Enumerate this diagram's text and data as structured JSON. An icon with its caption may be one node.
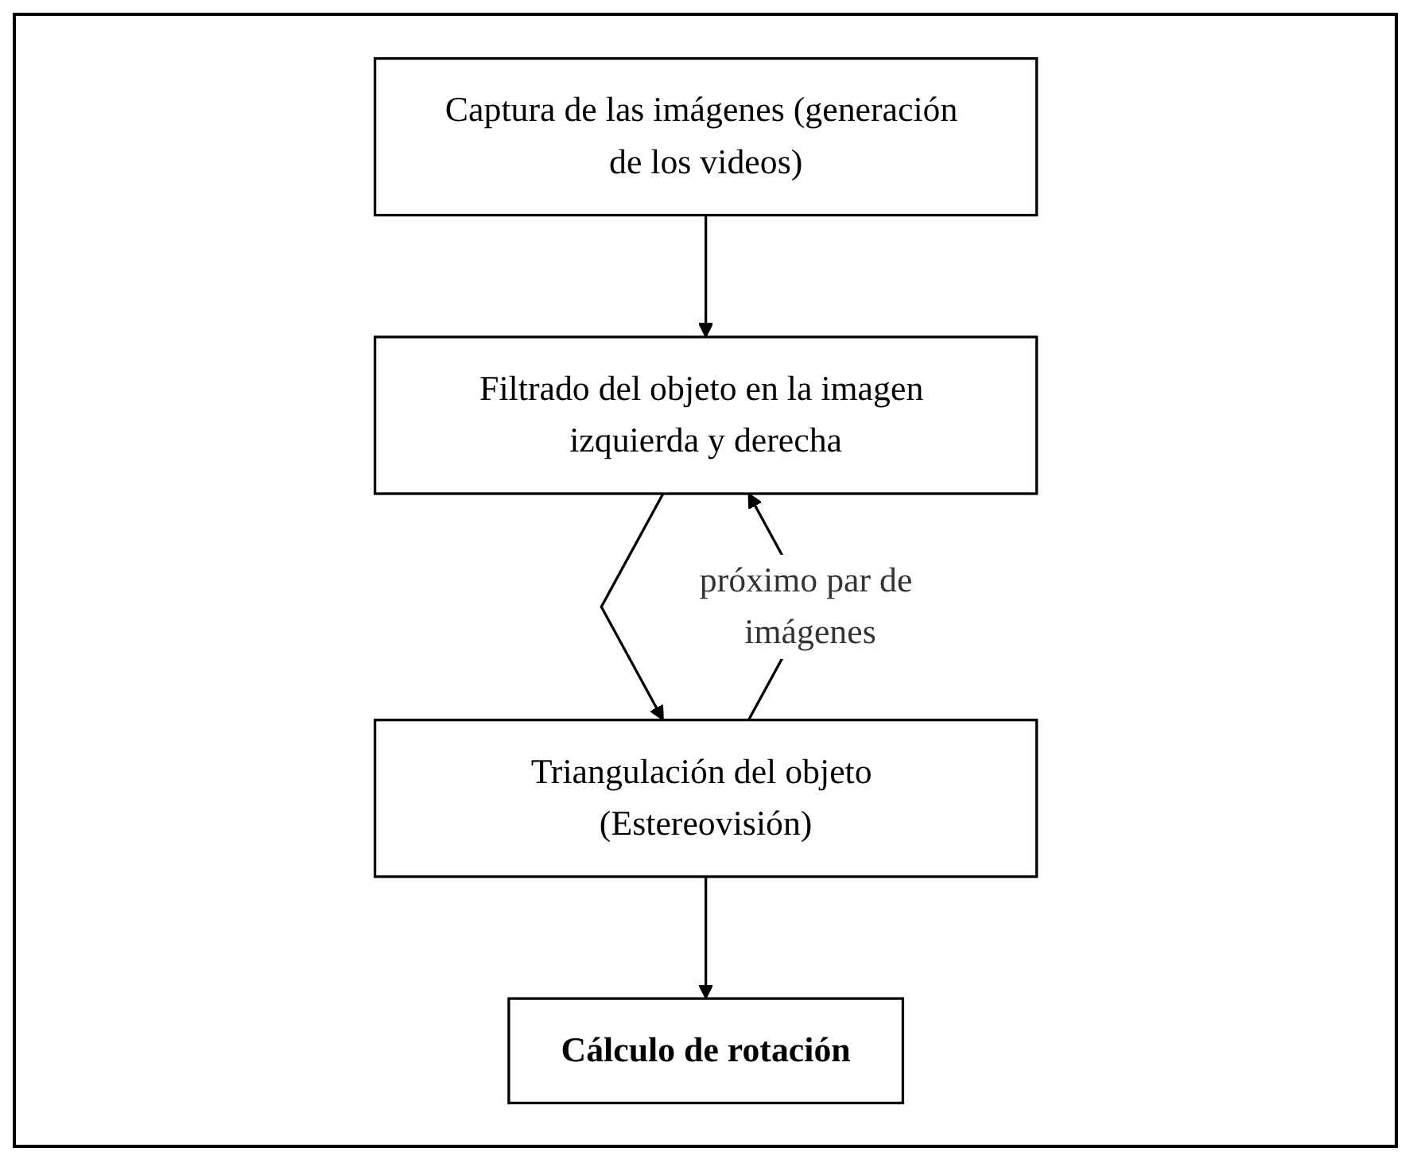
{
  "diagram": {
    "nodes": [
      {
        "text": [
          "Captura de las imágenes (generación de los videos)"
        ]
      },
      {
        "text": [
          "Filtrado del objeto en la imagen izquierda y derecha"
        ]
      },
      {
        "text": [
          "Triangulación del objeto (Estereovisión)"
        ]
      },
      {
        "text": [
          "Cálculo de rotación"
        ]
      }
    ],
    "edges": [
      {
        "from": 0,
        "to": 1,
        "arrow": "to"
      },
      {
        "from": 1,
        "to": 2,
        "arrow": "to"
      },
      {
        "from": 2,
        "to": 3,
        "arrow": "to"
      },
      {
        "from": 2,
        "to": 1,
        "arrow": "to",
        "label": "próximo par de imágenes"
      }
    ]
  }
}
